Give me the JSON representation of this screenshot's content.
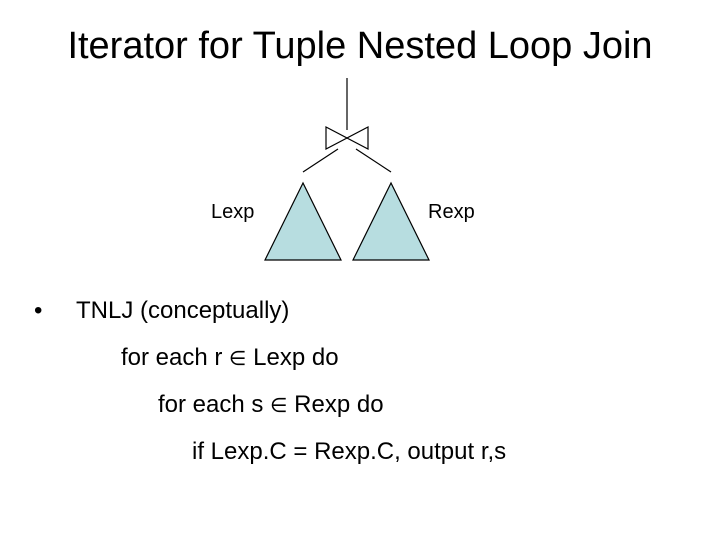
{
  "slide": {
    "title": "Iterator for Tuple Nested Loop Join",
    "tree": {
      "left_label": "Lexp",
      "right_label": "Rexp",
      "join_icon": "bowtie-join-icon",
      "triangle_fill": "#b7dde0"
    },
    "bullet": {
      "heading": "TNLJ  (conceptually)",
      "lines": [
        {
          "before": "for each r ",
          "symbol": "∈",
          "after": " Lexp do"
        },
        {
          "before": "for each s ",
          "symbol": "∈",
          "after": " Rexp do"
        },
        {
          "text": "if Lexp.C = Rexp.C, output r,s"
        }
      ]
    }
  }
}
